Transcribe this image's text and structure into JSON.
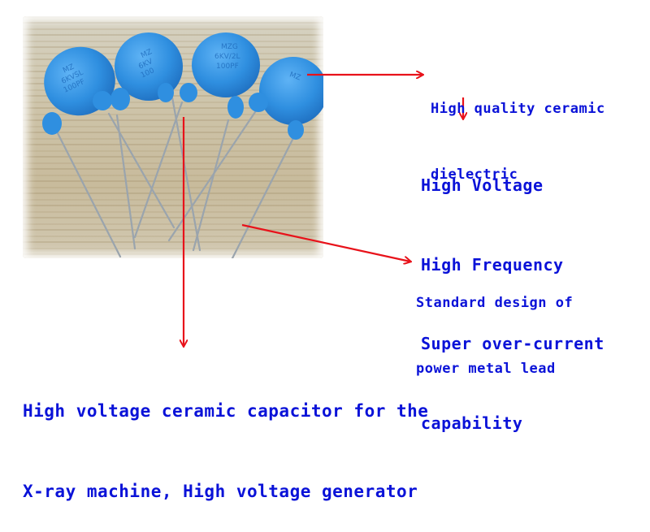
{
  "photo": {
    "subject": "four blue ceramic disc capacitors on wooden table",
    "capacitor_markings": [
      [
        "MZ",
        "6KVSL",
        "100PF"
      ],
      [
        "MZ",
        "6KV",
        "100"
      ],
      [
        "MZG",
        "6KV/2L",
        "100PF"
      ],
      [
        "MZ",
        "",
        ""
      ]
    ],
    "body_color": "#2f8fe0",
    "lead_color": "#9aa4ad"
  },
  "annotations": {
    "dielectric": {
      "lines": [
        "High quality ceramic",
        "dielectric"
      ]
    },
    "features": {
      "lines": [
        "High Voltage",
        "High Frequency",
        "Super over-current",
        "capability"
      ]
    },
    "lead": {
      "lines": [
        "Standard design of",
        "power metal lead"
      ]
    },
    "bottom": {
      "lines": [
        "High voltage ceramic capacitor for the",
        "X-ray machine, High voltage generator"
      ]
    }
  },
  "colors": {
    "text": "#0a12d8",
    "arrow": "#e8121a",
    "background": "#ffffff"
  }
}
